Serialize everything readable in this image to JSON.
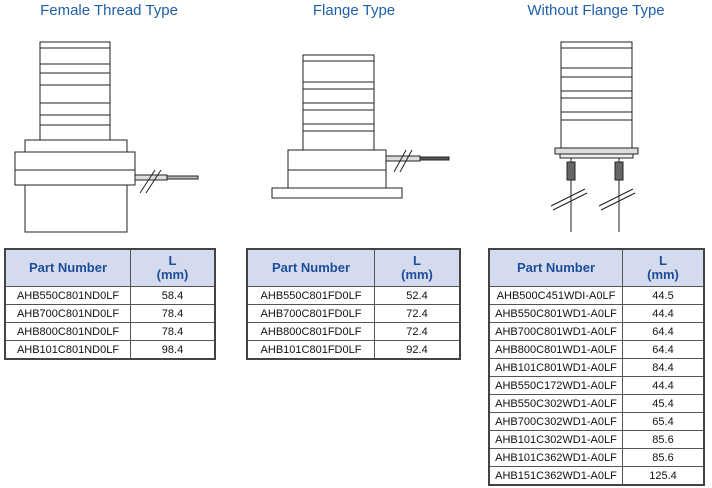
{
  "sections": [
    {
      "title": "Female Thread Type",
      "header": {
        "part": "Part Number",
        "l": "L",
        "unit": "(mm)"
      },
      "rows": [
        [
          "AHB550C801ND0LF",
          "58.4"
        ],
        [
          "AHB700C801ND0LF",
          "78.4"
        ],
        [
          "AHB800C801ND0LF",
          "78.4"
        ],
        [
          "AHB101C801ND0LF",
          "98.4"
        ]
      ]
    },
    {
      "title": "Flange Type",
      "header": {
        "part": "Part Number",
        "l": "L",
        "unit": "(mm)"
      },
      "rows": [
        [
          "AHB550C801FD0LF",
          "52.4"
        ],
        [
          "AHB700C801FD0LF",
          "72.4"
        ],
        [
          "AHB800C801FD0LF",
          "72.4"
        ],
        [
          "AHB101C801FD0LF",
          "92.4"
        ]
      ]
    },
    {
      "title": "Without Flange Type",
      "header": {
        "part": "Part Number",
        "l": "L",
        "unit": "(mm)"
      },
      "rows": [
        [
          "AHB500C451WDI-A0LF",
          "44.5"
        ],
        [
          "AHB550C801WD1-A0LF",
          "44.4"
        ],
        [
          "AHB700C801WD1-A0LF",
          "64.4"
        ],
        [
          "AHB800C801WD1-A0LF",
          "64.4"
        ],
        [
          "AHB101C801WD1-A0LF",
          "84.4"
        ],
        [
          "AHB550C172WD1-A0LF",
          "44.4"
        ],
        [
          "AHB550C302WD1-A0LF",
          "45.4"
        ],
        [
          "AHB700C302WD1-A0LF",
          "65.4"
        ],
        [
          "AHB101C302WD1-A0LF",
          "85.6"
        ],
        [
          "AHB101C362WD1-A0LF",
          "85.6"
        ],
        [
          "AHB151C362WD1-A0LF",
          "125.4"
        ]
      ]
    }
  ]
}
